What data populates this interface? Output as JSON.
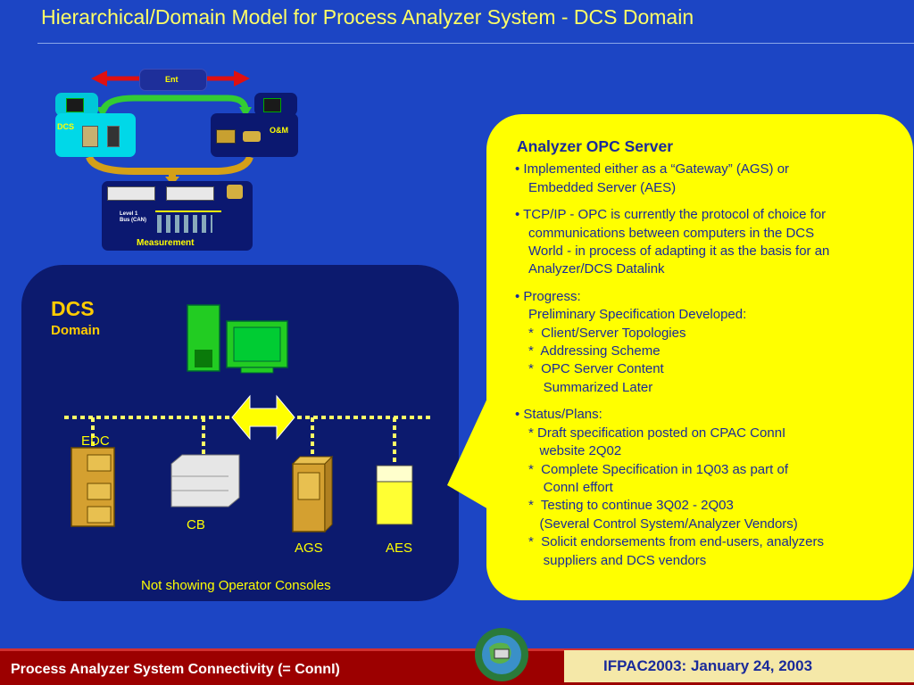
{
  "title": "Hierarchical/Domain Model for Process Analyzer System -  DCS Domain",
  "diagram": {
    "ent_label": "Ent",
    "dcs_label": "DCS",
    "om_label": "O&M",
    "level1_label": "Level 1",
    "bus_label": "Bus  (CAN)",
    "measurement_label": "Measurement"
  },
  "dcs_domain": {
    "heading": "DCS",
    "subheading": "Domain",
    "devices": {
      "edc": "EDC",
      "cb": "CB",
      "ags": "AGS",
      "aes": "AES"
    },
    "note": "Not showing Operator Consoles"
  },
  "callout": {
    "heading": "Analyzer OPC Server",
    "paragraphs": [
      [
        "• Implemented either as a “Gateway” (AGS) or",
        "Embedded Server (AES)"
      ],
      [
        "• TCP/IP - OPC is currently the protocol of choice for",
        "communications between computers in the DCS",
        "World - in process of adapting it as the basis for an",
        "Analyzer/DCS Datalink"
      ],
      [
        "• Progress:",
        "Preliminary Specification Developed:",
        "*  Client/Server Topologies",
        "*  Addressing Scheme",
        "*  OPC Server Content",
        "    Summarized Later"
      ],
      [
        "• Status/Plans:",
        "* Draft specification posted on CPAC ConnI",
        "   website 2Q02",
        "*  Complete Specification in 1Q03 as part of",
        "    ConnI effort",
        "*  Testing to continue 3Q02 - 2Q03",
        "   (Several Control System/Analyzer Vendors)",
        "*  Solicit endorsements from end-users, analyzers",
        "    suppliers and DCS vendors"
      ]
    ]
  },
  "footer": {
    "left": "Process Analyzer System Connectivity  (= ConnI)",
    "right": "IFPAC2003: January 24, 2003"
  }
}
